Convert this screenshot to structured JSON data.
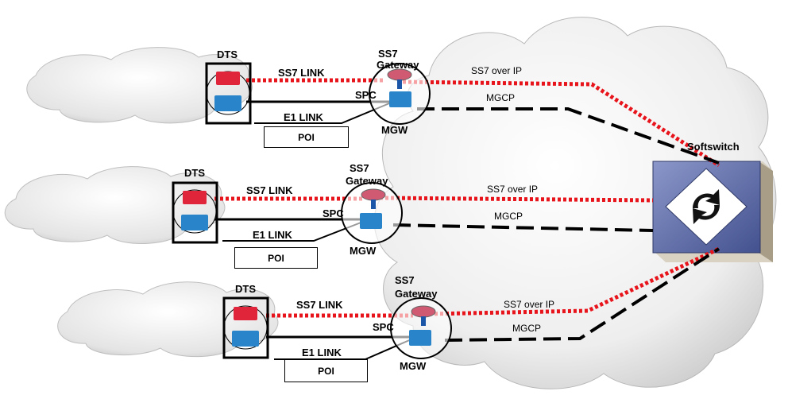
{
  "softswitch_label": "Softswitch",
  "rows": [
    {
      "dts": "DTS",
      "ss7_link": "SS7 LINK",
      "gateway_line1": "SS7",
      "gateway_line2": "Gateway",
      "spc": "SPC",
      "e1_link": "E1 LINK",
      "poi": "POI",
      "mgw": "MGW",
      "ss7_over_ip": "SS7 over IP",
      "mgcp": "MGCP"
    },
    {
      "dts": "DTS",
      "ss7_link": "SS7 LINK",
      "gateway_line1": "SS7",
      "gateway_line2": "Gateway",
      "spc": "SPC",
      "e1_link": "E1 LINK",
      "poi": "POI",
      "mgw": "MGW",
      "ss7_over_ip": "SS7 over IP",
      "mgcp": "MGCP"
    },
    {
      "dts": "DTS",
      "ss7_link": "SS7 LINK",
      "gateway_line1": "SS7",
      "gateway_line2": "Gateway",
      "spc": "SPC",
      "e1_link": "E1 LINK",
      "poi": "POI",
      "mgw": "MGW",
      "ss7_over_ip": "SS7 over IP",
      "mgcp": "MGCP"
    }
  ],
  "colors": {
    "ss7_dotted": "#e8141b",
    "mgcp_dash": "#000000",
    "switch_blue": "#2a84c9",
    "switch_red": "#e0243a",
    "softswitch_face": "#5a6aa8"
  }
}
